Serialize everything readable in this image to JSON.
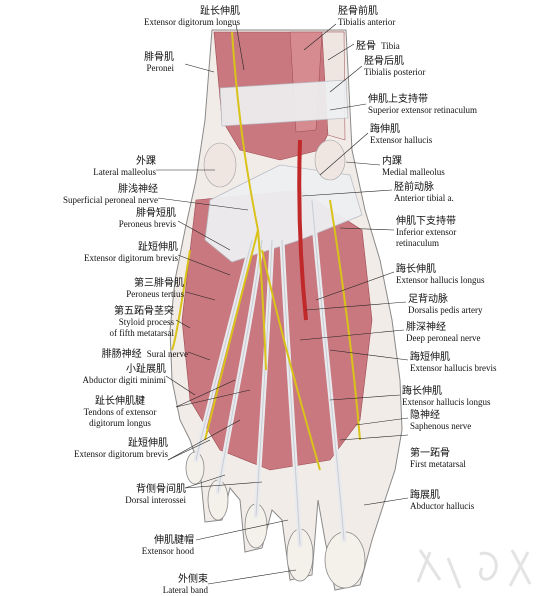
{
  "colors": {
    "skin": "#f2ece8",
    "skin_outline": "#8a8a8a",
    "muscle": "#c8787e",
    "muscle_dark": "#9c4a52",
    "tendon": "#eef0f2",
    "tendon_shade": "#c9ccd2",
    "nerve": "#d9c21a",
    "artery": "#c0282a",
    "bone": "#f4f1ea"
  },
  "labels_left": [
    {
      "id": "edl-top",
      "zh": "趾长伸肌",
      "en": "Extensor digitorum longus"
    },
    {
      "id": "peronei",
      "zh": "腓骨肌",
      "en": "Peronei"
    },
    {
      "id": "lat-malleolus",
      "zh": "外踝",
      "en": "Lateral malleolus"
    },
    {
      "id": "sup-peroneal-n",
      "zh": "腓浅神经",
      "en": "Superficial peroneal nerve"
    },
    {
      "id": "peroneus-brevis",
      "zh": "腓骨短肌",
      "en": "Peroneus brevis"
    },
    {
      "id": "edb-top",
      "zh": "趾短伸肌",
      "en": "Extensor digitorum brevis"
    },
    {
      "id": "peroneus-tertius",
      "zh": "第三腓骨肌",
      "en": "Peroneus tertius"
    },
    {
      "id": "styloid",
      "zh": "第五跖骨茎突",
      "en": "Styloid process",
      "en2": "of fifth metatarsal"
    },
    {
      "id": "sural-n",
      "zh": "腓肠神经",
      "en": "Sural nerve"
    },
    {
      "id": "adm",
      "zh": "小趾展肌",
      "en": "Abductor digiti minimi"
    },
    {
      "id": "edl-tendons",
      "zh": "趾长伸肌腱",
      "en": "Tendons of extensor",
      "en2": "digitorum longus"
    },
    {
      "id": "edb-bottom",
      "zh": "趾短伸肌",
      "en": "Extensor digitorum brevis"
    },
    {
      "id": "dorsal-interossei",
      "zh": "背侧骨间肌",
      "en": "Dorsal interossei"
    },
    {
      "id": "ext-hood",
      "zh": "伸肌腱帽",
      "en": "Extensor hood"
    },
    {
      "id": "lat-band",
      "zh": "外侧束",
      "en": "Lateral band"
    }
  ],
  "labels_right": [
    {
      "id": "tib-ant",
      "zh": "胫骨前肌",
      "en": "Tibialis anterior"
    },
    {
      "id": "tibia",
      "zh": "胫骨",
      "en": "Tibia"
    },
    {
      "id": "tib-post",
      "zh": "胫骨后肌",
      "en": "Tibialis posterior"
    },
    {
      "id": "sup-ext-ret",
      "zh": "伸肌上支持带",
      "en": "Superior extensor retinaculum"
    },
    {
      "id": "ext-hallucis",
      "zh": "踇伸肌",
      "en": "Extensor hallucis"
    },
    {
      "id": "med-malleolus",
      "zh": "内踝",
      "en": "Medial malleolus"
    },
    {
      "id": "ant-tibial-a",
      "zh": "胫前动脉",
      "en": "Anterior tibial a."
    },
    {
      "id": "inf-ext-ret",
      "zh": "伸肌下支持带",
      "en": "Inferior extensor",
      "en2": "retinaculum"
    },
    {
      "id": "ehl-top",
      "zh": "踇长伸肌",
      "en": "Extensor hallucis longus"
    },
    {
      "id": "dorsalis-pedis",
      "zh": "足背动脉",
      "en": "Dorsalis pedis artery"
    },
    {
      "id": "deep-peroneal",
      "zh": "腓深神经",
      "en": "Deep peroneal nerve"
    },
    {
      "id": "ehb",
      "zh": "踇短伸肌",
      "en": "Extensor hallucis brevis"
    },
    {
      "id": "ehl-bottom",
      "zh": "踇长伸肌",
      "en": "Extensor hallucis longus"
    },
    {
      "id": "saphenous",
      "zh": "隐神经",
      "en": "Saphenous nerve"
    },
    {
      "id": "first-metatarsal",
      "zh": "第一跖骨",
      "en": "First metatarsal"
    },
    {
      "id": "abd-hallucis",
      "zh": "踇展肌",
      "en": "Abductor hallucis"
    }
  ]
}
